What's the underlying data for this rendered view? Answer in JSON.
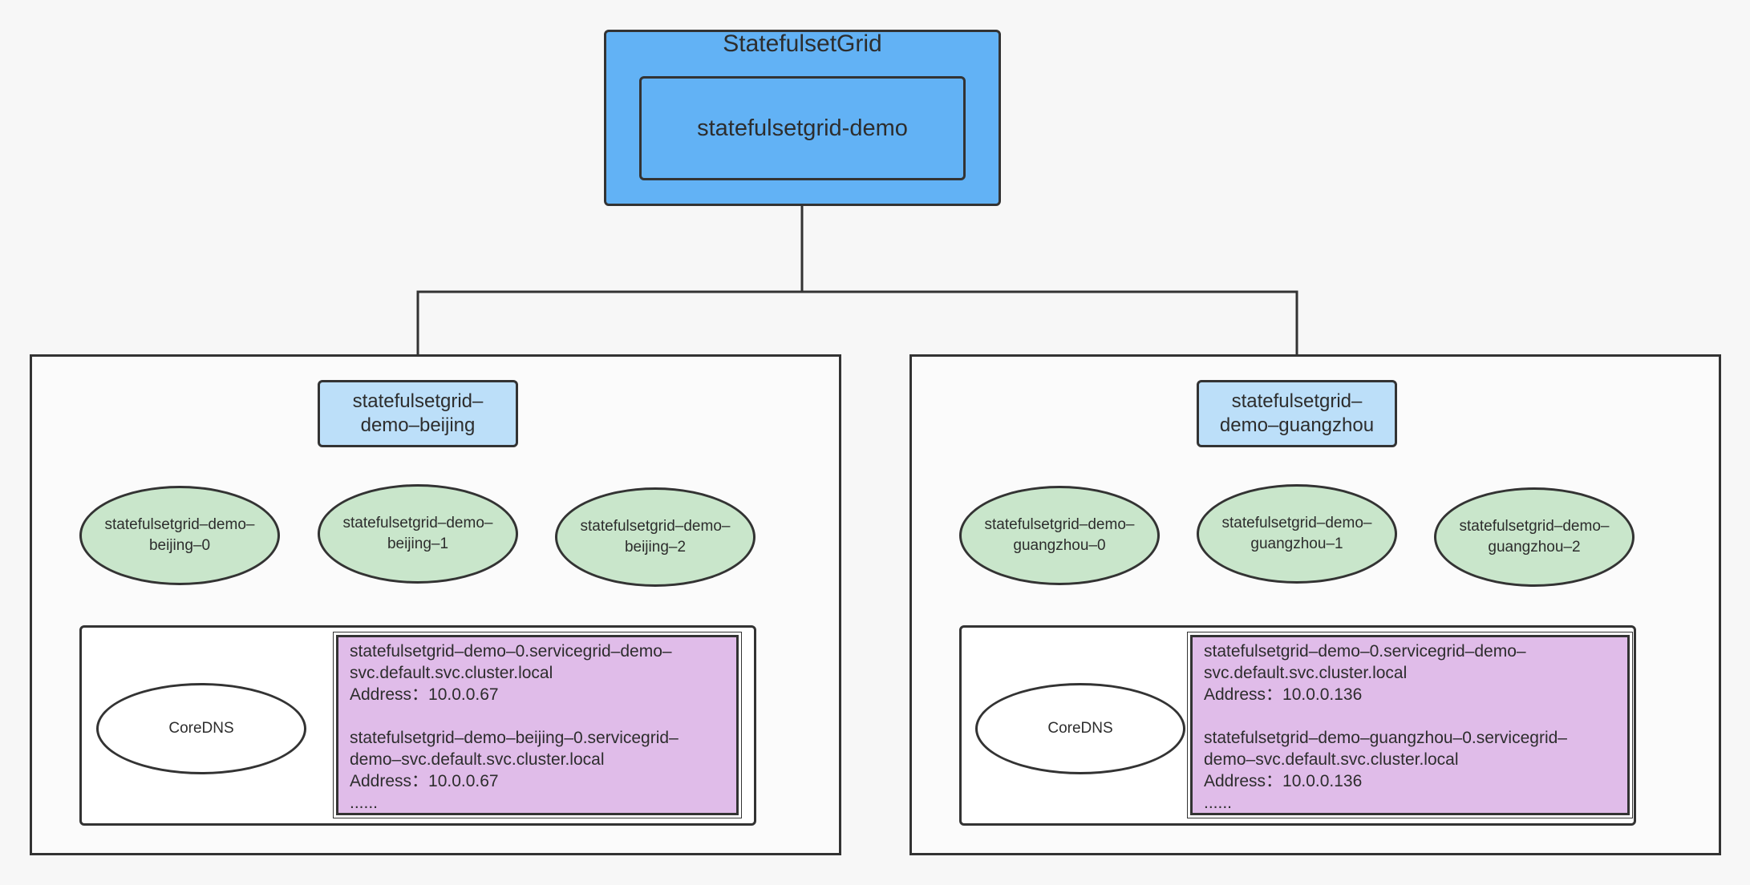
{
  "statefulsetgrid": {
    "title": "StatefulsetGrid",
    "name": "statefulsetgrid-demo"
  },
  "regions": [
    {
      "grid_name": "statefulsetgrid–\ndemo–beijing",
      "pods": [
        "statefulsetgrid–demo–\nbeijing–0",
        "statefulsetgrid–demo–\nbeijing–1",
        "statefulsetgrid–demo–\nbeijing–2"
      ],
      "coredns_label": "CoreDNS",
      "records": [
        "statefulsetgrid–demo–0.servicegrid–demo–",
        "svc.default.svc.cluster.local",
        "Address：10.0.0.67",
        "statefulsetgrid–demo–beijing–0.servicegrid–",
        "demo–svc.default.svc.cluster.local",
        "Address：10.0.0.67",
        "......"
      ]
    },
    {
      "grid_name": "statefulsetgrid–\ndemo–guangzhou",
      "pods": [
        "statefulsetgrid–demo–\nguangzhou–0",
        "statefulsetgrid–demo–\nguangzhou–1",
        "statefulsetgrid–demo–\nguangzhou–2"
      ],
      "coredns_label": "CoreDNS",
      "records": [
        "statefulsetgrid–demo–0.servicegrid–demo–",
        "svc.default.svc.cluster.local",
        "Address：10.0.0.136",
        "statefulsetgrid–demo–guangzhou–0.servicegrid–",
        "demo–svc.default.svc.cluster.local",
        "Address：10.0.0.136",
        "......"
      ]
    }
  ],
  "colors": {
    "statefulsetgrid_fill": "#62b2f5",
    "grid_fill": "#bcdff9",
    "pod_fill": "#c9e6cb",
    "records_fill": "#e0bce9",
    "stroke": "#333333"
  }
}
